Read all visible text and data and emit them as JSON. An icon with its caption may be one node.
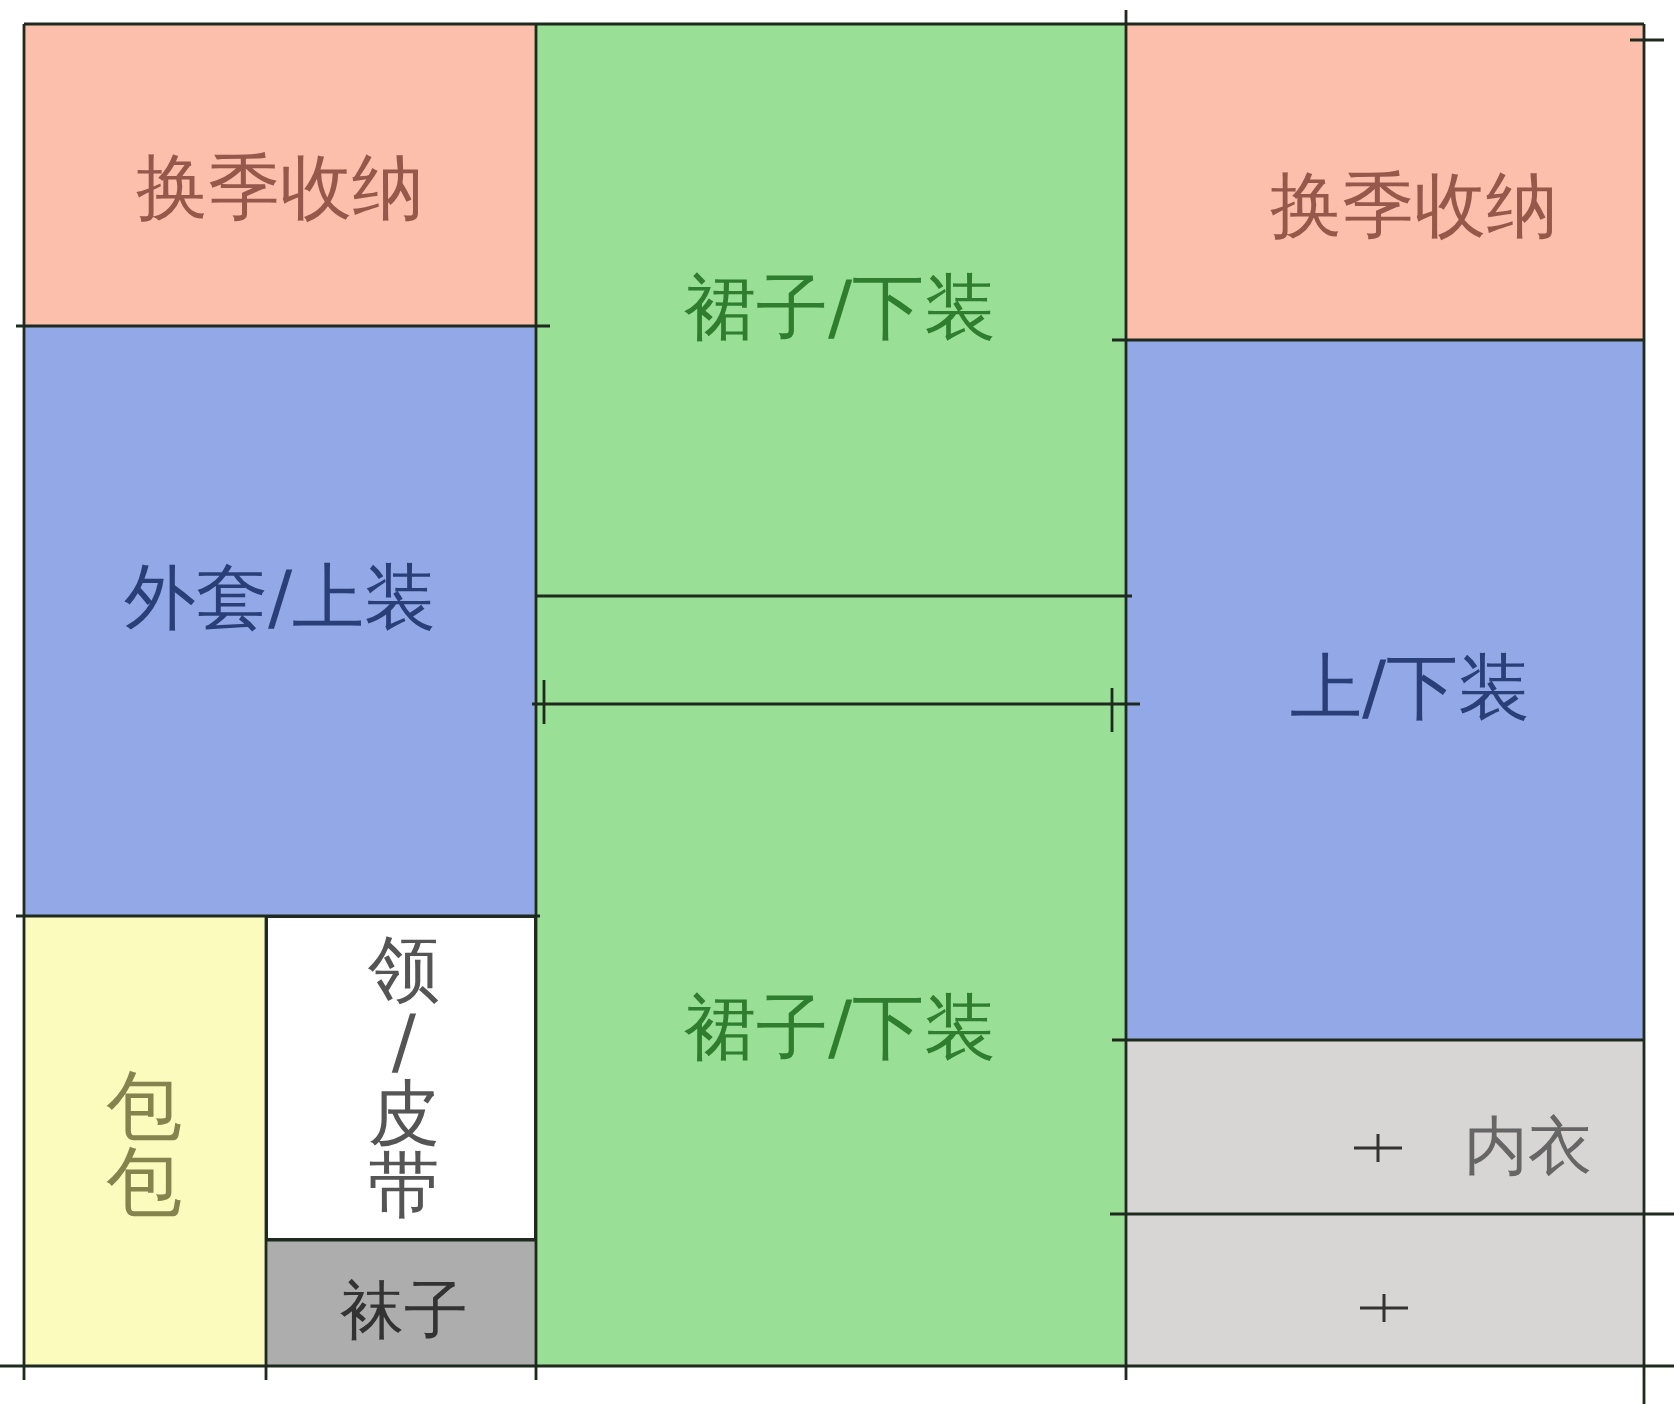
{
  "diagram": {
    "nodes": [
      {
        "text": [
          "换季收纳"
        ]
      },
      {
        "text": [
          "外套/上装"
        ]
      },
      {
        "text": [
          "包包"
        ]
      },
      {
        "text": [
          "领/皮带"
        ]
      },
      {
        "text": [
          "袜子"
        ]
      },
      {
        "text": [
          "裙子/下装"
        ]
      },
      {
        "text": [
          "裙子/下装"
        ]
      },
      {
        "text": [
          "换季收纳"
        ]
      },
      {
        "text": [
          "上/下装"
        ]
      },
      {
        "text": [
          "内衣"
        ]
      },
      {
        "text": [],
        "shape": "box"
      }
    ]
  }
}
